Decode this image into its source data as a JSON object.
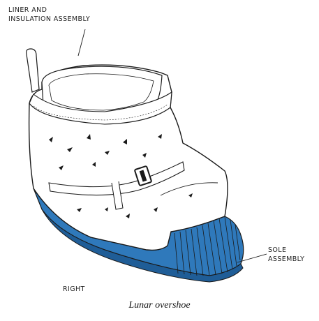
{
  "labels": {
    "liner": [
      "LINER AND",
      "INSULATION ASSEMBLY"
    ],
    "sole": [
      "SOLE",
      "ASSEMBLY"
    ],
    "side": "RIGHT"
  },
  "caption": "Lunar overshoe",
  "colors": {
    "sole": "#2f79bb",
    "sole_dark": "#1f5d97",
    "line": "#1a1a1a",
    "upper": "#ffffff"
  }
}
